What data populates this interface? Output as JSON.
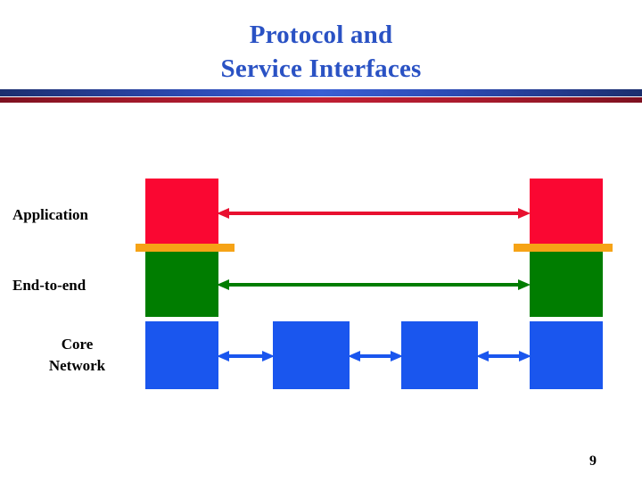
{
  "slide": {
    "title_line1": "Protocol and",
    "title_line2": "Service Interfaces",
    "page_number": "9",
    "title_color": "#2a52c4",
    "divider_blue_color": "#2c4bb4",
    "divider_red_color": "#ad1b2e",
    "background_color": "#ffffff"
  },
  "layers": [
    {
      "id": "application",
      "label": "Application",
      "color": "#fa0732",
      "arrow_color": "#e8102f",
      "arrow_style": "double-headed",
      "endpoint_count": 2
    },
    {
      "id": "end-to-end",
      "label": "End-to-end",
      "color": "#007d00",
      "arrow_color": "#007d00",
      "arrow_style": "double-headed",
      "endpoint_count": 2
    },
    {
      "id": "core-network",
      "label": "Core\nNetwork",
      "color": "#1a56ee",
      "arrow_color": "#1a56ee",
      "arrow_style": "double-headed",
      "endpoint_count": 4
    }
  ],
  "interface_bars": {
    "color": "#f6a316",
    "count": 2,
    "description": "service interface"
  },
  "arrows": {
    "application_protocol": "double-headed",
    "endtoend_protocol": "double-headed",
    "core_hop_1": "double-headed",
    "core_hop_2": "double-headed",
    "core_hop_3": "double-headed"
  }
}
